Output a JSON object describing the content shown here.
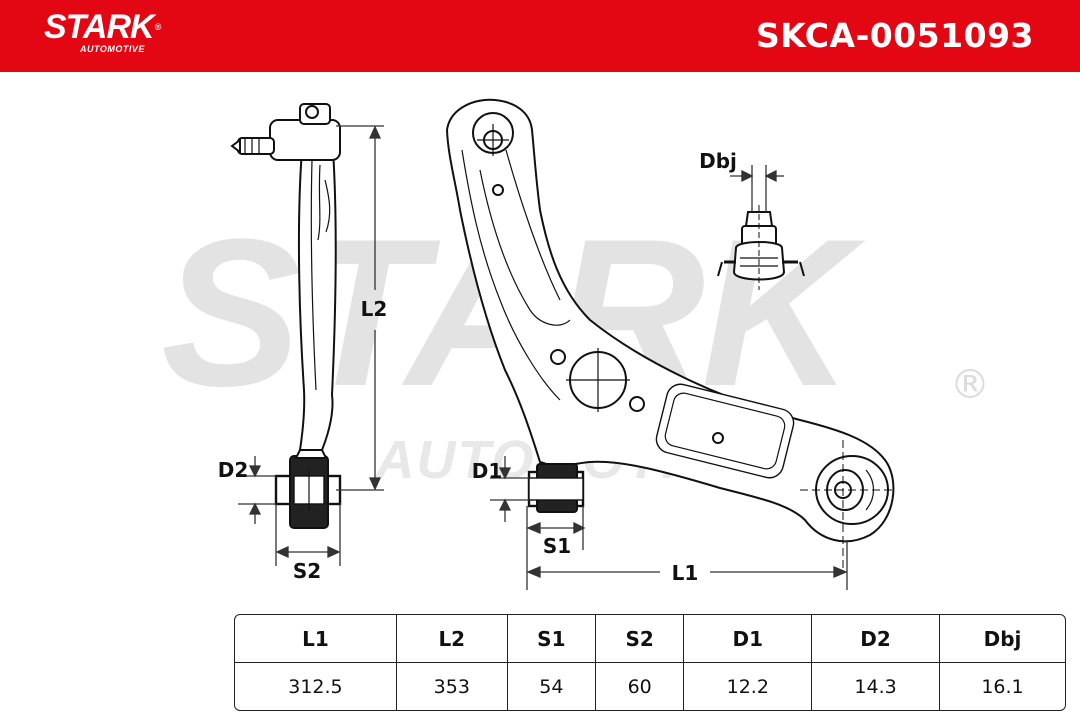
{
  "header": {
    "brand": "STARK",
    "brand_reg": "®",
    "brand_sub": "AUTOMOTIVE",
    "part_number": "SKCA-0051093",
    "color": "#e30613"
  },
  "drawing": {
    "watermark": "STARK",
    "watermark_sub": "AUTOMOTIVE",
    "watermark_reg": "®",
    "labels": {
      "l1": "L1",
      "l2": "L2",
      "s1": "S1",
      "s2": "S2",
      "d1": "D1",
      "d2": "D2",
      "dbj": "Dbj"
    }
  },
  "dimensions": {
    "headers": [
      "L1",
      "L2",
      "S1",
      "S2",
      "D1",
      "D2",
      "Dbj"
    ],
    "values": [
      "312.5",
      "353",
      "54",
      "60",
      "12.2",
      "14.3",
      "16.1"
    ]
  }
}
